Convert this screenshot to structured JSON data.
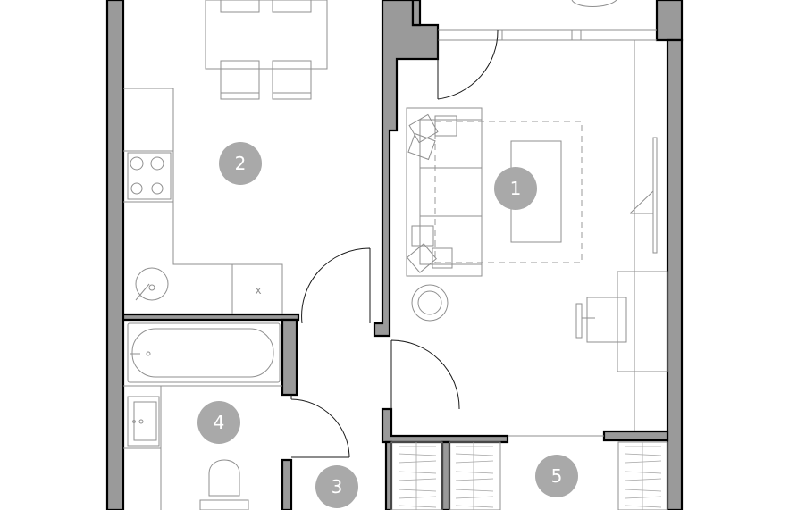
{
  "rooms": [
    {
      "id": "1",
      "label": "1"
    },
    {
      "id": "2",
      "label": "2"
    },
    {
      "id": "3",
      "label": "3"
    },
    {
      "id": "4",
      "label": "4"
    },
    {
      "id": "5",
      "label": "5"
    }
  ],
  "fixture_marks": {
    "washer_mark": "x"
  },
  "colors": {
    "wall_fill": "#9a9a9a",
    "wall_stroke": "#000000",
    "badge": "#a9a9a9",
    "furniture": "#8f8f8f"
  }
}
